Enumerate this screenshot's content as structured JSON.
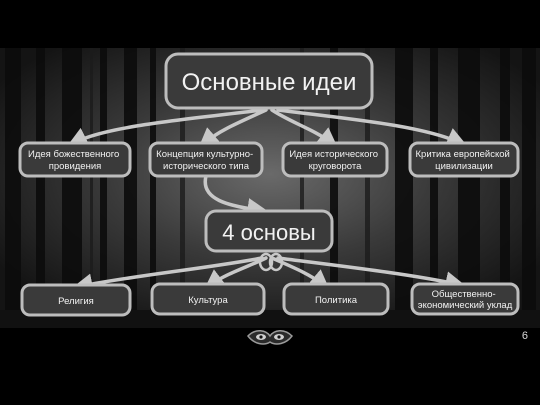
{
  "diagram": {
    "main_title": "Основные идеи",
    "ideas": [
      {
        "lines": [
          "Идея божественного",
          "провидения"
        ]
      },
      {
        "lines": [
          "Концепция культурно-",
          "исторического типа"
        ]
      },
      {
        "lines": [
          "Идея исторического",
          "круговорота"
        ]
      },
      {
        "lines": [
          "Критика европейской",
          "цивилизации"
        ]
      }
    ],
    "sub_title": "4 основы",
    "foundations": [
      {
        "lines": [
          "Религия"
        ]
      },
      {
        "lines": [
          "Культура"
        ]
      },
      {
        "lines": [
          "Политика"
        ]
      },
      {
        "lines": [
          "Общественно-",
          "экономический уклад"
        ]
      }
    ]
  },
  "page_number": "6",
  "colors": {
    "box_fill": "#3a3a3a",
    "box_stroke": "#bdbdbd",
    "arrow": "#c8c8c8",
    "text": "#f2f2f2"
  }
}
